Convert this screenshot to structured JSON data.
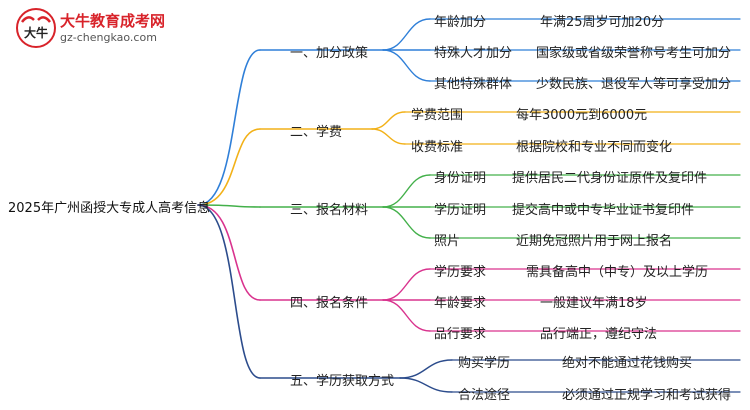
{
  "logo": {
    "title": "大牛教育成考网",
    "url": "gz-chengkao.com",
    "mark_text": "大牛"
  },
  "root": "2025年广州函授大专成人高考信息",
  "colors": {
    "blue": "#2f7fd8",
    "yellow": "#f2b118",
    "green": "#43b04a",
    "magenta": "#d9338e",
    "navy": "#2c4c8c"
  },
  "branches": [
    {
      "label": "一、加分政策",
      "color": "#2f7fd8",
      "children": [
        {
          "label": "年龄加分",
          "value": "年满25周岁可加20分"
        },
        {
          "label": "特殊人才加分",
          "value": "国家级或省级荣誉称号考生可加分"
        },
        {
          "label": "其他特殊群体",
          "value": "少数民族、退役军人等可享受加分"
        }
      ]
    },
    {
      "label": "二、学费",
      "color": "#f2b118",
      "children": [
        {
          "label": "学费范围",
          "value": "每年3000元到6000元"
        },
        {
          "label": "收费标准",
          "value": "根据院校和专业不同而变化"
        }
      ]
    },
    {
      "label": "三、报名材料",
      "color": "#43b04a",
      "children": [
        {
          "label": "身份证明",
          "value": "提供居民二代身份证原件及复印件"
        },
        {
          "label": "学历证明",
          "value": "提交高中或中专毕业证书复印件"
        },
        {
          "label": "照片",
          "value": "近期免冠照片用于网上报名"
        }
      ]
    },
    {
      "label": "四、报名条件",
      "color": "#d9338e",
      "children": [
        {
          "label": "学历要求",
          "value": "需具备高中（中专）及以上学历"
        },
        {
          "label": "年龄要求",
          "value": "一般建议年满18岁"
        },
        {
          "label": "品行要求",
          "value": "品行端正，遵纪守法"
        }
      ]
    },
    {
      "label": "五、学历获取方式",
      "color": "#2c4c8c",
      "children": [
        {
          "label": "购买学历",
          "value": "绝对不能通过花钱购买"
        },
        {
          "label": "合法途径",
          "value": "必须通过正规学习和考试获得"
        }
      ]
    }
  ]
}
